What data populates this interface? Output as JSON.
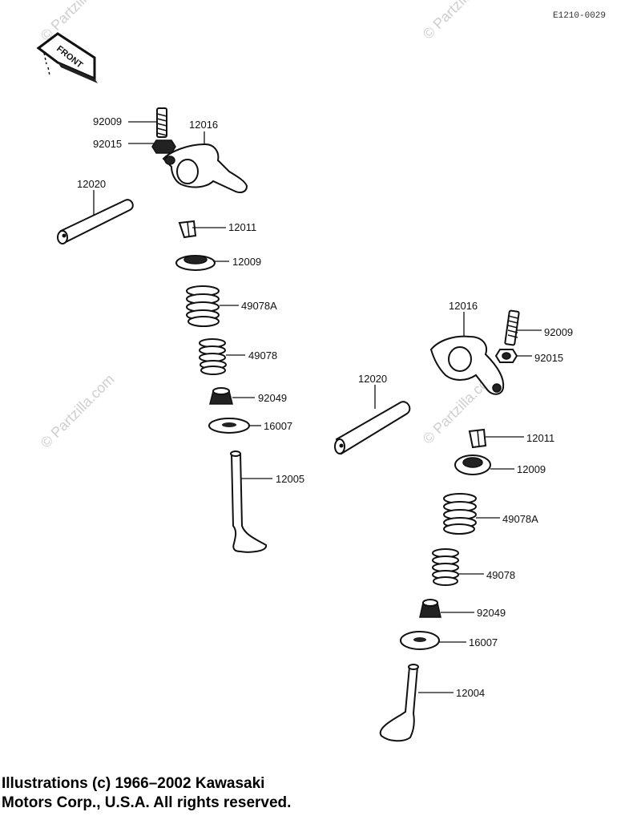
{
  "drawing_code": "E1210-0029",
  "watermark": "© Partzilla.com",
  "front_label": "FRONT",
  "copyright": "Illustrations (c) 1966–2002 Kawasaki\nMotors Corp., U.S.A.  All rights reserved.",
  "labels": {
    "l1": "92009",
    "l2": "92015",
    "l3": "12016",
    "l4": "12020",
    "l5": "12011",
    "l6": "12009",
    "l7": "49078A",
    "l8": "49078",
    "l9": "92049",
    "l10": "16007",
    "l11": "12005",
    "r1": "12016",
    "r2": "92009",
    "r3": "92015",
    "r4": "12020",
    "r5": "12011",
    "r6": "12009",
    "r7": "49078A",
    "r8": "49078",
    "r9": "92049",
    "r10": "16007",
    "r11": "12004"
  }
}
